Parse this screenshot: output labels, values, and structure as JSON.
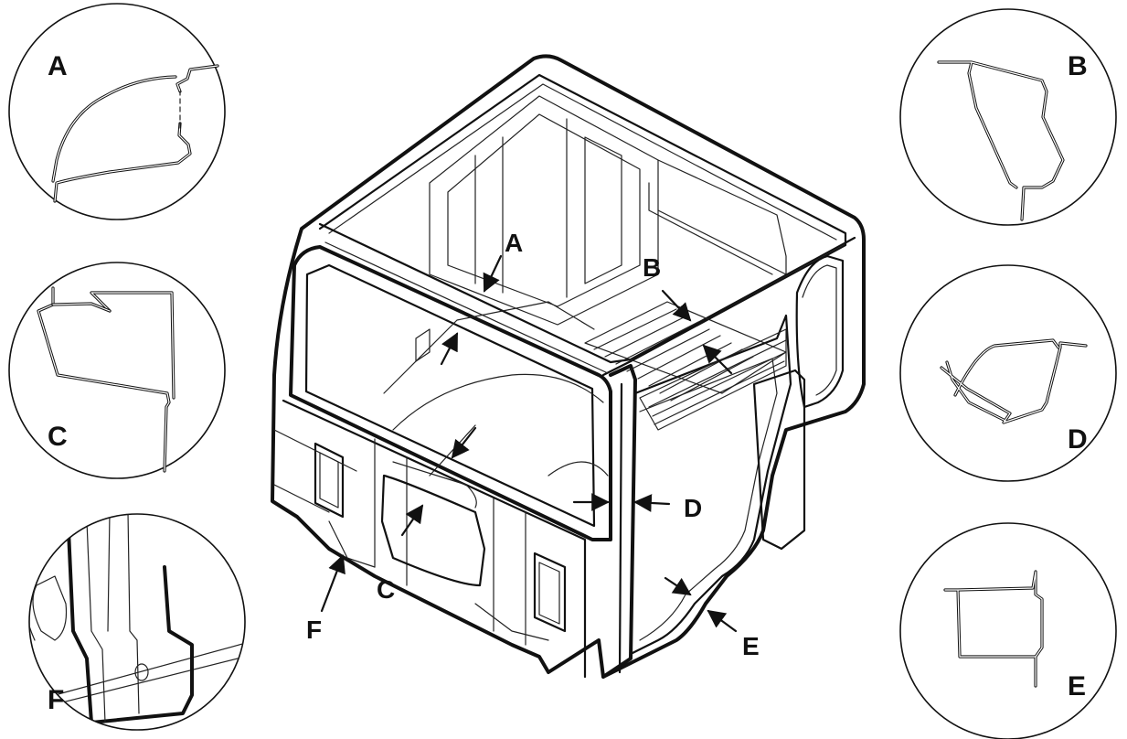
{
  "main_labels": {
    "a": "A",
    "b": "B",
    "c": "C",
    "d": "D",
    "e": "E",
    "f": "F"
  },
  "detail_labels": {
    "a": "A",
    "b": "B",
    "c": "C",
    "d": "D",
    "e": "E",
    "f": "F"
  },
  "colors": {
    "stroke": "#111111",
    "background": "#ffffff"
  }
}
